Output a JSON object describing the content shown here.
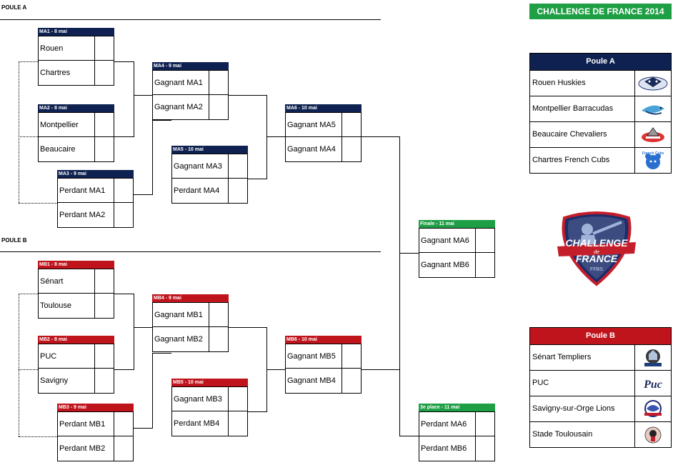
{
  "title": "CHALLENGE DE FRANCE 2014",
  "poule_a_label": "POULE A",
  "poule_b_label": "POULE B",
  "matches": {
    "ma1": {
      "header": "MA1 - 8 mai",
      "t1": "Rouen",
      "t2": "Chartres"
    },
    "ma2": {
      "header": "MA2 - 8 mai",
      "t1": "Montpellier",
      "t2": "Beaucaire"
    },
    "ma3": {
      "header": "MA3 - 9 mai",
      "t1": "Perdant MA1",
      "t2": "Perdant MA2"
    },
    "ma4": {
      "header": "MA4 - 9 mai",
      "t1": "Gagnant MA1",
      "t2": "Gagnant MA2"
    },
    "ma5": {
      "header": "MA5 - 10 mai",
      "t1": "Gagnant MA3",
      "t2": "Perdant MA4"
    },
    "ma6": {
      "header": "MA6 - 10 mai",
      "t1": "Gagnant MA5",
      "t2": "Gagnant MA4"
    },
    "mb1": {
      "header": "MB1 - 8 mai",
      "t1": "Sénart",
      "t2": "Toulouse"
    },
    "mb2": {
      "header": "MB2 - 8 mai",
      "t1": "PUC",
      "t2": "Savigny"
    },
    "mb3": {
      "header": "MB3 - 9 mai",
      "t1": "Perdant MB1",
      "t2": "Perdant MB2"
    },
    "mb4": {
      "header": "MB4 - 9 mai",
      "t1": "Gagnant MB1",
      "t2": "Gagnant MB2"
    },
    "mb5": {
      "header": "MB5 - 10 mai",
      "t1": "Gagnant MB3",
      "t2": "Perdant MB4"
    },
    "mb6": {
      "header": "MB6 - 10 mai",
      "t1": "Gagnant MB5",
      "t2": "Gagnant MB4"
    },
    "finale": {
      "header": "Finale - 11 mai",
      "t1": "Gagnant MA6",
      "t2": "Gagnant MB6"
    },
    "third": {
      "header": "3e place - 11 mai",
      "t1": "Perdant MA6",
      "t2": "Perdant MB6"
    }
  },
  "pool_a": {
    "header": "Poule A",
    "teams": [
      "Rouen Huskies",
      "Montpellier Barracudas",
      "Beaucaire Chevaliers",
      "Chartres French Cubs"
    ]
  },
  "pool_b": {
    "header": "Poule B",
    "teams": [
      "Sénart Templiers",
      "PUC",
      "Savigny-sur-Orge Lions",
      "Stade Toulousain"
    ]
  },
  "logo": {
    "line1": "CHALLENGE",
    "line2": "de",
    "line3": "FRANCE",
    "line4": "FFBS"
  },
  "team_logo_texts": {
    "puc": "Puc",
    "chartres": "French Cubs"
  }
}
